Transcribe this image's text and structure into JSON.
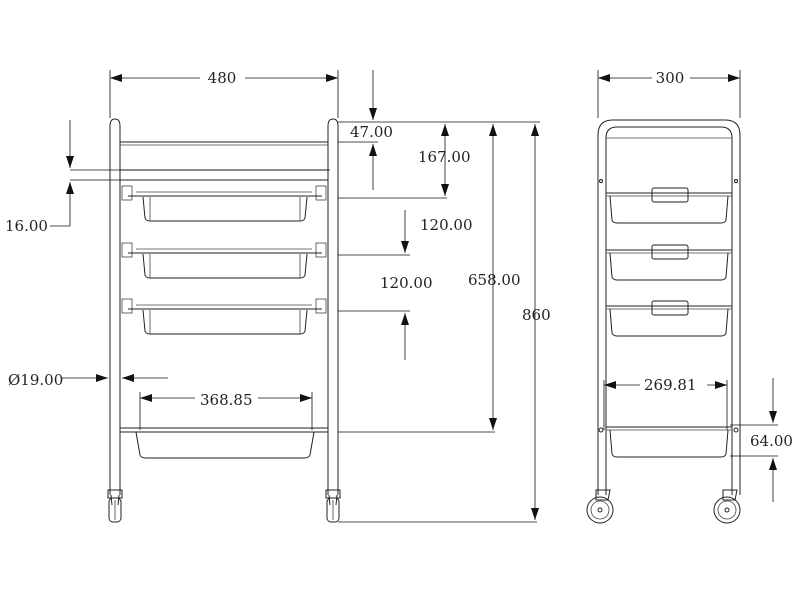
{
  "drawing": {
    "front_view": {
      "width": "480",
      "top_gap": "47.00",
      "top_to_first_drawer": "167.00",
      "rail_thickness": "16.00",
      "drawer_pitch_1": "120.00",
      "drawer_pitch_2": "120.00",
      "top_to_bottom_drawer": "658.00",
      "total_height": "860",
      "tube_diameter": "Ø19.00",
      "drawer_width": "368.85"
    },
    "side_view": {
      "width": "300",
      "drawer_depth": "269.81",
      "drawer_height": "64.00"
    },
    "line_color": "#222222"
  }
}
